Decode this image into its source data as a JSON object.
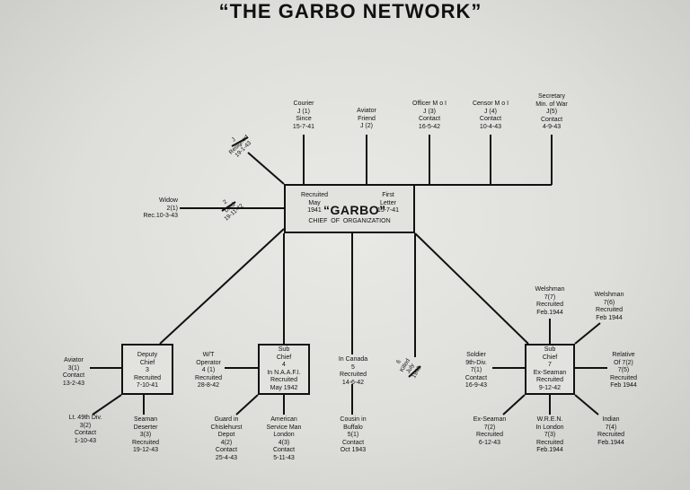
{
  "title": "“THE GARBO NETWORK”",
  "center": {
    "left": "Recruited\nMay\n1941",
    "name": "“GARBO”",
    "right": "First\nLetter\n15-7-41",
    "role": "CHIEF  OF  ORGANIZATION"
  },
  "top_agents": [
    "Courier\nJ (1)\nSince\n15-7-41",
    "Aviator\nFriend\nJ (2)",
    "Officer M o I\nJ (3)\nContact\n16-5-42",
    "Censor M o I\nJ (4)\nContact\n10-4-43",
    "Secretary\nMin. of War\nJ(5)\nContact\n4-9-43"
  ],
  "resigned": "J\nResigned\n19-1-43",
  "widow": "Widow\n2(1)\nRec.10-3-43",
  "died": "2\nDied\n19-11-42",
  "chief3": {
    "box": "Deputy\nChief\n3\nRecruited\n7-10-41",
    "aviator": "Aviator\n3(1)\nContact\n13-2-43",
    "seaman": "Seaman\nDeserter\n3(3)\nRecruited\n19-12-43",
    "lt": "Lt. 49th Div.\n3(2)\nContact\n1-10-43"
  },
  "chief4": {
    "box": "Sub\nChief\n4\nIn N.A.A.F.I.\nRecruited\nMay 1942",
    "wt": "W/T\nOperator\n4 (1)\nRecruited\n28-8-42",
    "guard": "Guard in\nChislehurst\nDepot\n4(2)\nContact\n25-4-43",
    "american": "American\nService Man\nLondon\n4(3)\nContact\n5-11-43"
  },
  "chief5": {
    "canada": "In Canada\n5\nRecruited\n14-6-42",
    "cousin": "Cousin in\nBuffalo\n5(1)\nContact\nOct 1943"
  },
  "killed": "6\nKilled\nJuly\n1943",
  "chief7": {
    "box": "Sub\nChief\n7\nEx-Seaman\nRecruited\n9-12-42",
    "welsh7": "Welshman\n7(7)\nRecruited\nFeb.1944",
    "welsh6": "Welshman\n7(6)\nRecruited\nFeb 1944",
    "relative": "Relative\nOf 7(2)\n7(5)\nRecruited\nFeb 1944",
    "soldier": "Soldier\n9th-Div.\n7(1)\nContact\n16-9-43",
    "exseaman": "Ex-Seaman\n7(2)\nRecruited\n6-12-43",
    "wren": "W.R.E.N.\nIn London\n7(3)\nRecruited\nFeb.1944",
    "indian": "Indian\n7(4)\nRecruited\nFeb.1944"
  }
}
